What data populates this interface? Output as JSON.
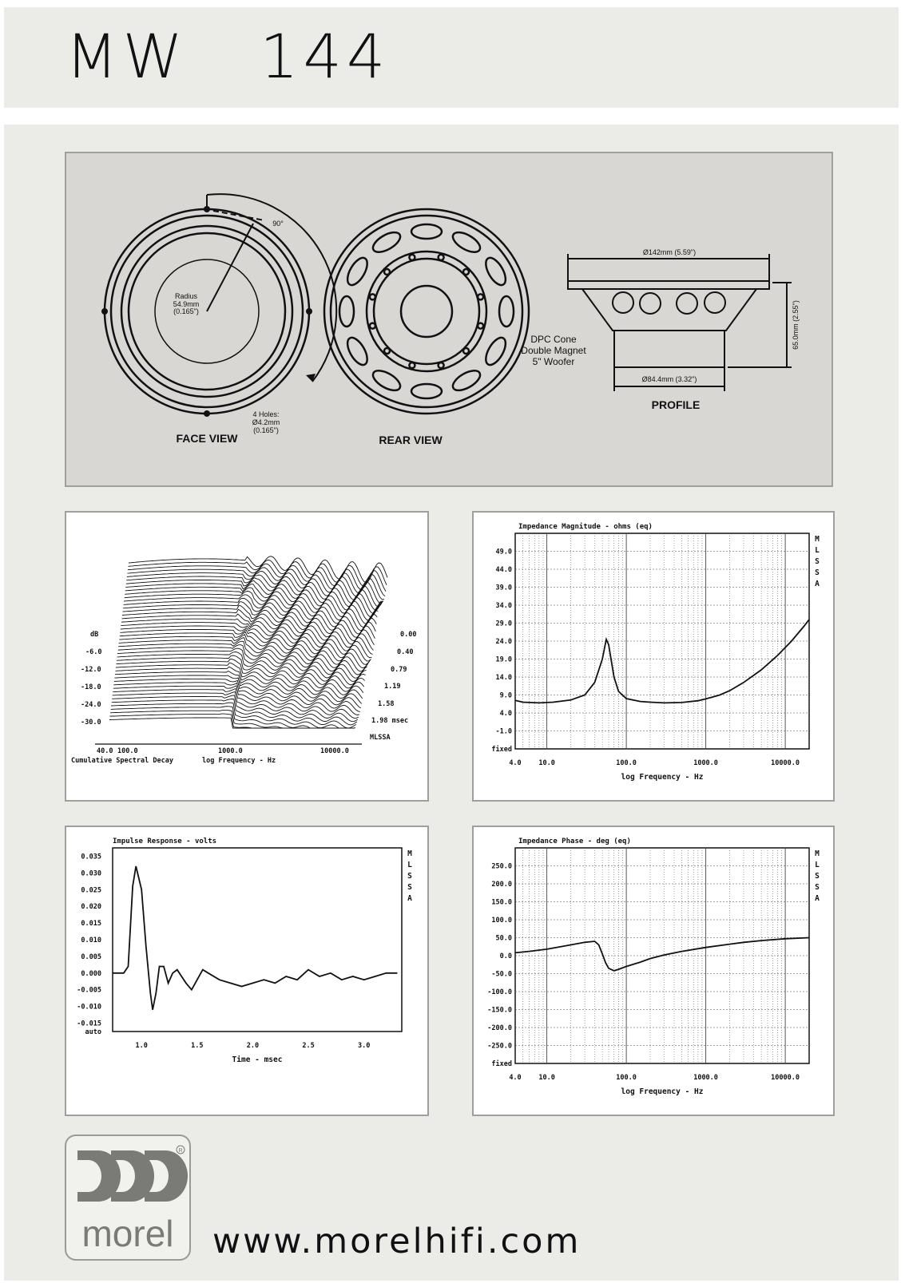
{
  "header": {
    "title": "MW   144"
  },
  "drawings": {
    "face_view": {
      "label": "FACE VIEW",
      "radius_text": [
        "Radius",
        "54.9mm",
        "(0.165\")"
      ],
      "angle": "90°",
      "holes_text": [
        "4 Holes:",
        "Ø4.2mm",
        "(0.165\")"
      ]
    },
    "rear_view": {
      "label": "REAR VIEW"
    },
    "description": [
      "DPC Cone",
      "Double Magnet",
      "5\" Woofer"
    ],
    "profile": {
      "label": "PROFILE",
      "top_dim": "Ø142mm (5.59\")",
      "bottom_dim": "Ø84.4mm (3.32\")",
      "height_dim": "65.0mm (2.55\")"
    }
  },
  "chart_data": [
    {
      "id": "spectral-decay",
      "type": "line",
      "title": "Cumulative Spectral Decay",
      "xlabel": "log Frequency - Hz",
      "ylabel": "dB",
      "x_ticks": [
        "40.0",
        "100.0",
        "1000.0",
        "10000.0"
      ],
      "y_ticks": [
        "dB",
        "-6.0",
        "-12.0",
        "-18.0",
        "-24.0",
        "-30.0"
      ],
      "time_ticks": [
        "0.00",
        "0.40",
        "0.79",
        "1.19",
        "1.58",
        "1.98 msec"
      ],
      "tag": "MLSSA"
    },
    {
      "id": "impedance-magnitude",
      "type": "line",
      "title": "Impedance Magnitude - ohms (eq)",
      "xlabel": "log Frequency - Hz",
      "x_ticks": [
        "4.0",
        "10.0",
        "100.0",
        "1000.0",
        "10000.0"
      ],
      "y_ticks": [
        "49.0",
        "44.0",
        "39.0",
        "34.0",
        "29.0",
        "24.0",
        "19.0",
        "14.0",
        "9.0",
        "4.0",
        "-1.0",
        "fixed"
      ],
      "xlim": [
        4,
        20000
      ],
      "ylim": [
        -6,
        54
      ],
      "side_tag": [
        "M",
        "L",
        "S",
        "S",
        "A"
      ],
      "series": [
        {
          "x": [
            4,
            5,
            8,
            12,
            20,
            30,
            40,
            50,
            56,
            60,
            70,
            80,
            100,
            150,
            200,
            300,
            500,
            800,
            1000,
            1500,
            2000,
            3000,
            5000,
            8000,
            12000,
            17000,
            20000
          ],
          "y": [
            7.5,
            7.0,
            6.8,
            7.0,
            7.6,
            9.0,
            12.5,
            19.0,
            24.5,
            23.0,
            14.0,
            10.0,
            8.0,
            7.2,
            7.0,
            6.8,
            6.9,
            7.4,
            7.9,
            9.0,
            10.2,
            12.5,
            16.0,
            20.0,
            24.0,
            28.0,
            30.0
          ]
        }
      ]
    },
    {
      "id": "impulse-response",
      "type": "line",
      "title": "Impulse Response - volts",
      "xlabel": "Time - msec",
      "x_ticks": [
        "1.0",
        "1.5",
        "2.0",
        "2.5",
        "3.0"
      ],
      "y_ticks": [
        "0.035",
        "0.030",
        "0.025",
        "0.020",
        "0.015",
        "0.010",
        "0.005",
        "0.000",
        "-0.005",
        "-0.010",
        "-0.015",
        "auto"
      ],
      "xlim": [
        0.74,
        3.34
      ],
      "ylim": [
        -0.0175,
        0.0375
      ],
      "side_tag": [
        "M",
        "L",
        "S",
        "S",
        "A"
      ],
      "series": [
        {
          "x": [
            0.74,
            0.8,
            0.84,
            0.88,
            0.92,
            0.95,
            1.0,
            1.04,
            1.08,
            1.1,
            1.13,
            1.16,
            1.2,
            1.24,
            1.28,
            1.32,
            1.36,
            1.4,
            1.45,
            1.5,
            1.55,
            1.6,
            1.7,
            1.8,
            1.9,
            2.0,
            2.1,
            2.2,
            2.3,
            2.4,
            2.5,
            2.6,
            2.7,
            2.8,
            2.9,
            3.0,
            3.1,
            3.2,
            3.3
          ],
          "y": [
            0.0,
            0.0,
            0.0,
            0.002,
            0.026,
            0.032,
            0.025,
            0.008,
            -0.006,
            -0.011,
            -0.006,
            0.002,
            0.002,
            -0.003,
            0.0,
            0.001,
            -0.001,
            -0.003,
            -0.005,
            -0.002,
            0.001,
            0.0,
            -0.002,
            -0.003,
            -0.004,
            -0.003,
            -0.002,
            -0.003,
            -0.001,
            -0.002,
            0.001,
            -0.001,
            0.0,
            -0.002,
            -0.001,
            -0.002,
            -0.001,
            0.0,
            0.0
          ]
        }
      ]
    },
    {
      "id": "impedance-phase",
      "type": "line",
      "title": "Impedance Phase - deg (eq)",
      "xlabel": "log Frequency - Hz",
      "x_ticks": [
        "4.0",
        "10.0",
        "100.0",
        "1000.0",
        "10000.0"
      ],
      "y_ticks": [
        "250.0",
        "200.0",
        "150.0",
        "100.0",
        "50.0",
        "0.0",
        "-50.0",
        "-100.0",
        "-150.0",
        "-200.0",
        "-250.0",
        "fixed"
      ],
      "xlim": [
        4,
        20000
      ],
      "ylim": [
        -300,
        300
      ],
      "side_tag": [
        "M",
        "L",
        "S",
        "S",
        "A"
      ],
      "series": [
        {
          "x": [
            4,
            6,
            10,
            15,
            20,
            30,
            40,
            45,
            50,
            55,
            60,
            70,
            80,
            100,
            150,
            200,
            300,
            500,
            1000,
            2000,
            3000,
            5000,
            10000,
            20000
          ],
          "y": [
            8,
            12,
            18,
            25,
            30,
            37,
            40,
            30,
            5,
            -20,
            -35,
            -42,
            -38,
            -30,
            -18,
            -8,
            2,
            12,
            23,
            32,
            37,
            42,
            47,
            50
          ]
        }
      ]
    }
  ],
  "footer": {
    "brand": "morel",
    "url": "www.morelhifi.com"
  }
}
